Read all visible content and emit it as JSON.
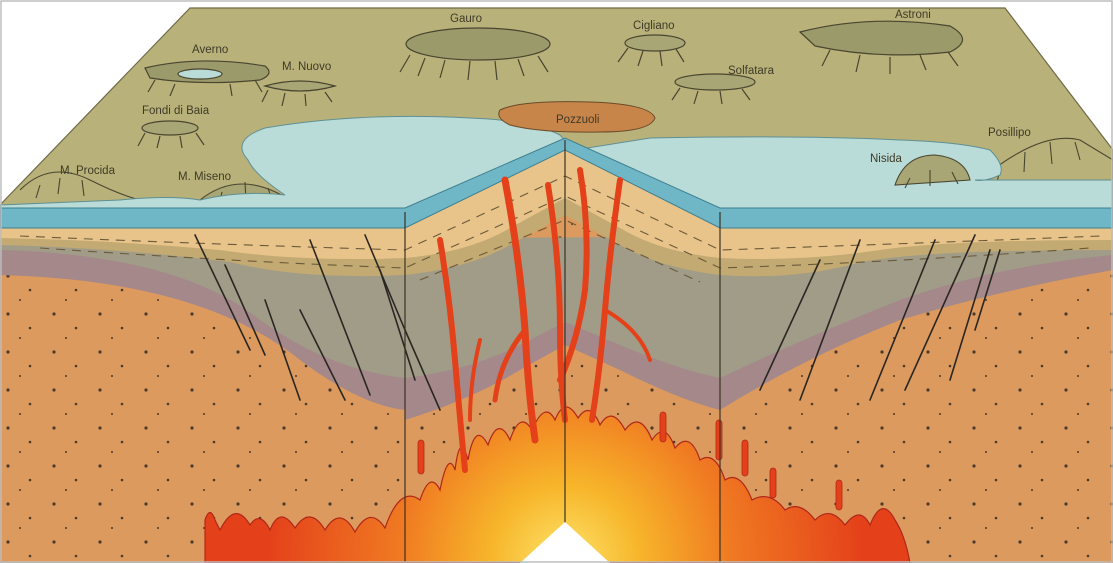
{
  "diagram": {
    "labels": {
      "gauro": "Gauro",
      "astroni": "Astroni",
      "cigliano": "Cigliano",
      "averno": "Averno",
      "monte_nuovo": "M. Nuovo",
      "solfatara": "Solfatara",
      "fondi_di_baia": "Fondi di Baia",
      "pozzuoli": "Pozzuoli",
      "posillipo": "Posillipo",
      "nisida": "Nisida",
      "monte_procida": "M. Procida",
      "monte_miseno": "M. Miseno"
    },
    "colors": {
      "land_surface": "#b8b27a",
      "sea": "#b9dcd8",
      "sea_edge": "#5fa7b5",
      "sand_layer": "#e9c48a",
      "khaki_layer": "#c2aa72",
      "mauve_layer": "#a4888a",
      "grey_layer": "#a09c88",
      "basement": "#dc9a5e",
      "magma": "#e8461c",
      "magma_core": "#f7b52a",
      "pozzuoli_town": "#c8854a",
      "fault": "#2a2622"
    }
  }
}
